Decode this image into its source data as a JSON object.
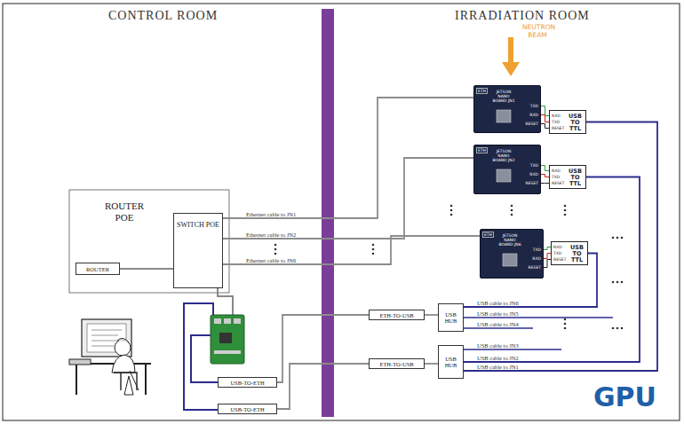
{
  "diagram": {
    "nodes": [
      {
        "text": [
          "ROUTER POE"
        ]
      },
      {
        "text": [
          "SWITCH POE"
        ],
        "in": 0
      },
      {
        "text": [
          "ROUTER"
        ],
        "in": 0
      },
      {
        "text": [
          "ETH",
          "JETSON NANO BOARD JN1",
          "TXD",
          "RXD",
          "RESET"
        ]
      },
      {
        "text": [
          "RXD",
          "TXD",
          "RESET",
          "USB TO TTL"
        ]
      },
      {
        "text": [
          "ETH",
          "JETSON NANO BOARD JN2",
          "TXD",
          "RXD",
          "RESET"
        ]
      },
      {
        "text": [
          "RXD",
          "TXD",
          "RESET",
          "USB TO TTL"
        ]
      },
      {
        "text": [
          "ETH",
          "JETSON NANO BOARD JN6",
          "TXD",
          "RXD",
          "RESET"
        ]
      },
      {
        "text": [
          "RXD",
          "TXD",
          "RESET",
          "USB TO TTL"
        ]
      },
      {
        "text": [
          "ETH-TO-USB"
        ]
      },
      {
        "text": [
          "USB HUB"
        ]
      },
      {
        "text": [
          "ETH-TO-USB"
        ]
      },
      {
        "text": [
          "USB HUB"
        ]
      },
      {
        "text": [
          "USB-TO-ETH"
        ]
      },
      {
        "text": [
          "USB-TO-ETH"
        ]
      }
    ],
    "edges": [
      {
        "from": 2,
        "to": 1,
        "arrow": "none"
      },
      {
        "from": 1,
        "to": 3,
        "label": "Ethernet cable to JN1",
        "arrow": "none"
      },
      {
        "from": 1,
        "to": 5,
        "label": "Ethernet cable to JN2",
        "arrow": "none"
      },
      {
        "from": 1,
        "to": 7,
        "label": "Ethernet cable to JN6",
        "arrow": "none"
      },
      {
        "from": 3,
        "to": 4,
        "arrow": "none"
      },
      {
        "from": 3,
        "to": 4,
        "arrow": "none"
      },
      {
        "from": 3,
        "to": 4,
        "arrow": "none"
      },
      {
        "from": 5,
        "to": 6,
        "arrow": "none"
      },
      {
        "from": 5,
        "to": 6,
        "arrow": "none"
      },
      {
        "from": 5,
        "to": 6,
        "arrow": "none"
      },
      {
        "from": 7,
        "to": 8,
        "arrow": "none"
      },
      {
        "from": 7,
        "to": 8,
        "arrow": "none"
      },
      {
        "from": 7,
        "to": 8,
        "arrow": "none"
      },
      {
        "from": 13,
        "to": 9,
        "arrow": "none"
      },
      {
        "from": 14,
        "to": 11,
        "arrow": "none"
      },
      {
        "from": 9,
        "to": 10,
        "arrow": "none"
      },
      {
        "from": 11,
        "to": 12,
        "arrow": "none"
      },
      {
        "from": 10,
        "to": 8,
        "label": "USB cable to JN6",
        "arrow": "none"
      },
      {
        "from": 12,
        "to": 6,
        "label": "USB cable to JN2",
        "arrow": "none"
      },
      {
        "from": 12,
        "to": 4,
        "label": "USB cable to JN1",
        "arrow": "none"
      }
    ],
    "labels": [
      "CONTROL ROOM",
      "IRRADIATION ROOM",
      "NEUTRON BEAM",
      "USB cable to JN5",
      "USB cable to JN4",
      "USB cable to JN3",
      "GPU"
    ]
  }
}
